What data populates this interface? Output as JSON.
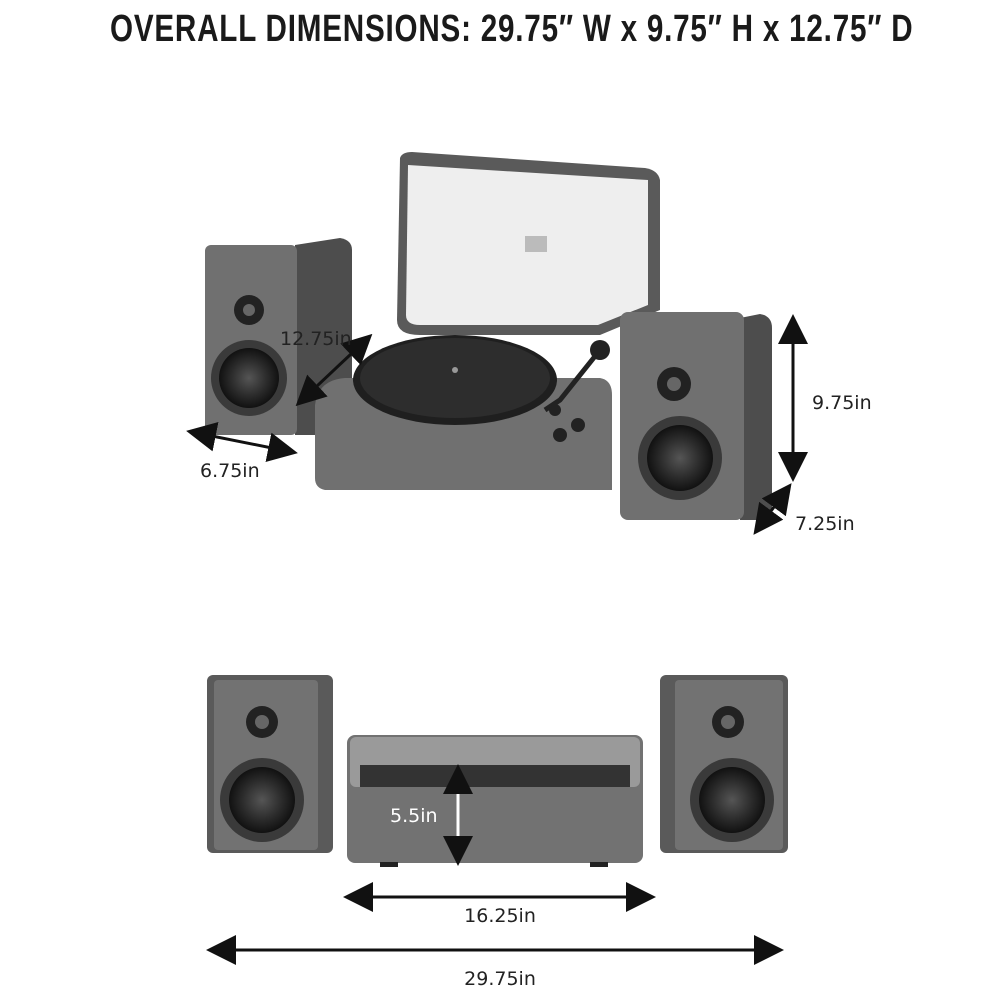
{
  "title": "OVERALL DIMENSIONS: 29.75″ W x 9.75″ H x 12.75″ D",
  "top_view": {
    "turntable_depth": "12.75in",
    "speaker_width": "6.75in",
    "speaker_height": "9.75in",
    "speaker_depth": "7.25in"
  },
  "front_view": {
    "turntable_height": "5.5in",
    "turntable_width": "16.25in",
    "overall_width": "29.75in"
  },
  "colors": {
    "fabric": "#6f6f6f",
    "wood": "#5a5a5a",
    "cone": "#2a2a2a",
    "lid": "#eeeeee"
  }
}
